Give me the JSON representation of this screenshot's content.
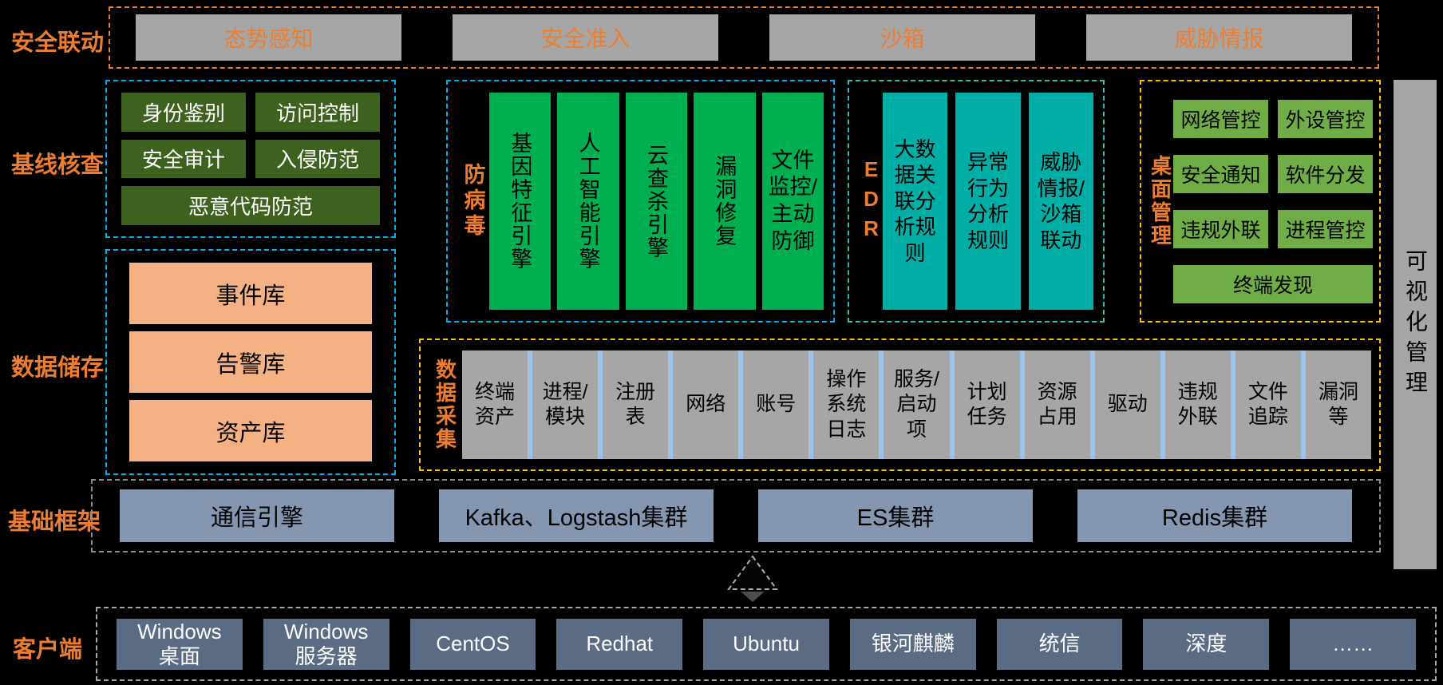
{
  "colors": {
    "background": "#000000",
    "accent_orange": "#ED7D31",
    "gray_block": "#A6A6A6",
    "dark_green": "#3F611F",
    "bright_green": "#00B050",
    "teal": "#00AEA6",
    "mid_green": "#70AD47",
    "peach": "#F4B183",
    "blue_gray": "#8496B0",
    "slate": "#5B6B84",
    "blue_border": "#00B0F0",
    "teal_border": "#2FBFB0",
    "yellow_border": "#FFC000",
    "blue_divider": "#9DC3E6"
  },
  "sections": {
    "linkage": {
      "label": "安全联动",
      "items": [
        "态势感知",
        "安全准入",
        "沙箱",
        "威胁情报"
      ]
    },
    "baseline": {
      "label": "基线核查",
      "items": [
        "身份鉴别",
        "访问控制",
        "安全审计",
        "入侵防范",
        "恶意代码防范"
      ]
    },
    "storage": {
      "label": "数据储存",
      "items": [
        "事件库",
        "告警库",
        "资产库"
      ]
    },
    "antivirus": {
      "label": "防病毒",
      "items": [
        "基因特征引擎",
        "人工智能引擎",
        "云查杀引擎",
        "漏洞修复",
        "文件监控/主动防御"
      ]
    },
    "edr": {
      "label": "EDR",
      "items": [
        "大数据关联分析规则",
        "异常行为分析规则",
        "威胁情报/沙箱联动"
      ]
    },
    "desktop": {
      "label": "桌面管理",
      "items": [
        "网络管控",
        "外设管控",
        "安全通知",
        "软件分发",
        "违规外联",
        "进程管控",
        "终端发现"
      ]
    },
    "collection": {
      "label": "数据采集",
      "items": [
        "终端资产",
        "进程/模块",
        "注册表",
        "网络",
        "账号",
        "操作系统日志",
        "服务/启动项",
        "计划任务",
        "资源占用",
        "驱动",
        "违规外联",
        "文件追踪",
        "漏洞等"
      ]
    },
    "framework": {
      "label": "基础框架",
      "items": [
        "通信引擎",
        "Kafka、Logstash集群",
        "ES集群",
        "Redis集群"
      ]
    },
    "client": {
      "label": "客户端",
      "items": [
        "Windows桌面",
        "Windows服务器",
        "CentOS",
        "Redhat",
        "Ubuntu",
        "银河麒麟",
        "统信",
        "深度",
        "……"
      ]
    },
    "visualization": {
      "label": "可视化管理"
    }
  }
}
